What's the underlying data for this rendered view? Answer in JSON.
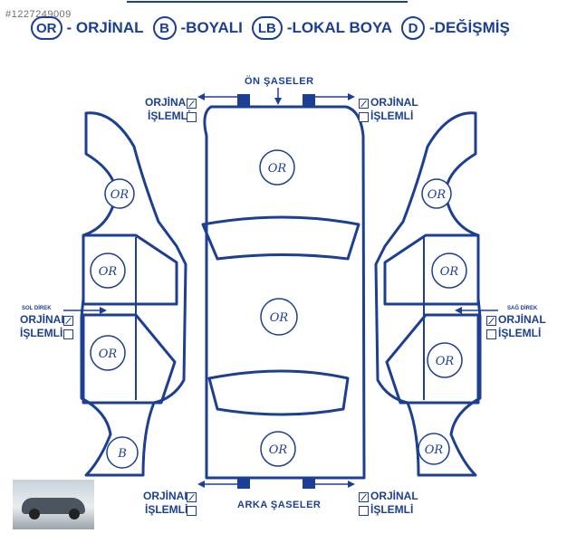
{
  "watermark": "#1227249009",
  "legend": [
    {
      "code": "OR",
      "text": "- ORJİNAL"
    },
    {
      "code": "B",
      "text": "-BOYALI"
    },
    {
      "code": "LB",
      "text": "-LOKAL BOYA"
    },
    {
      "code": "D",
      "text": "-DEĞİŞMİŞ"
    }
  ],
  "sections": {
    "front": "ÖN ŞASELER",
    "rear": "ARKA ŞASELER",
    "left_pillar": "SOL DİREK",
    "right_pillar": "SAĞ DİREK"
  },
  "checklist": {
    "original": "ORJİNAL",
    "processed": "İŞLEMLİ"
  },
  "panels": {
    "hood": "OR",
    "roof": "OR",
    "trunk": "OR",
    "left_front_fender": "OR",
    "left_front_door": "OR",
    "left_rear_door": "OR",
    "left_rear_fender": "B",
    "right_front_fender": "OR",
    "right_front_door": "OR",
    "right_rear_door": "OR",
    "right_rear_fender": "OR"
  },
  "colors": {
    "ink": "#1c3f94"
  }
}
